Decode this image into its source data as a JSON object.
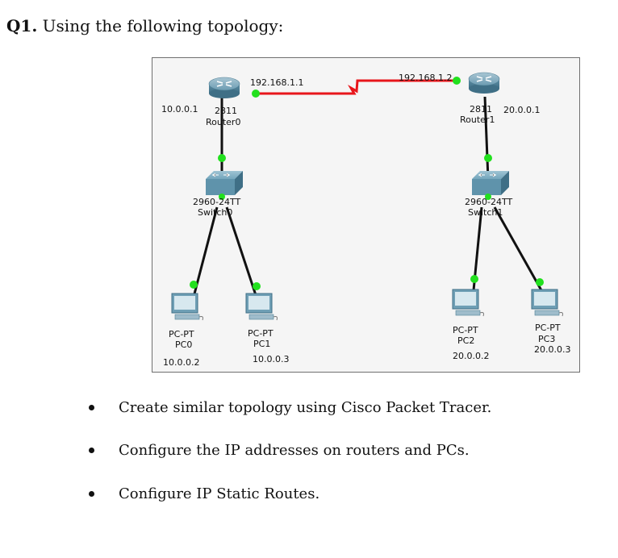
{
  "question": {
    "number": "Q1.",
    "text": "Using the following topology:"
  },
  "topology": {
    "routers": [
      {
        "model": "2811",
        "name": "Router0",
        "wan_ip": "192.168.1.1",
        "lan_ip": "10.0.0.1"
      },
      {
        "model": "2811",
        "name": "Router1",
        "wan_ip": "192.168.1.2",
        "lan_ip": "20.0.0.1"
      }
    ],
    "switches": [
      {
        "model": "2960-24TT",
        "name": "Switch0"
      },
      {
        "model": "2960-24TT",
        "name": "Switch1"
      }
    ],
    "pcs": [
      {
        "model": "PC-PT",
        "name": "PC0",
        "ip": "10.0.0.2"
      },
      {
        "model": "PC-PT",
        "name": "PC1",
        "ip": "10.0.0.3"
      },
      {
        "model": "PC-PT",
        "name": "PC2",
        "ip": "20.0.0.2"
      },
      {
        "model": "PC-PT",
        "name": "PC3",
        "ip": "20.0.0.3"
      }
    ],
    "colors": {
      "serial_link": "#e8161b",
      "ethernet_link": "#111111",
      "link_up": "#22e01e",
      "device_blue": "#5f93ab",
      "frame_bg": "#f5f5f5"
    }
  },
  "tasks": [
    "Create similar topology using Cisco Packet Tracer.",
    "Configure the IP addresses on routers and PCs.",
    "Configure IP Static Routes."
  ]
}
